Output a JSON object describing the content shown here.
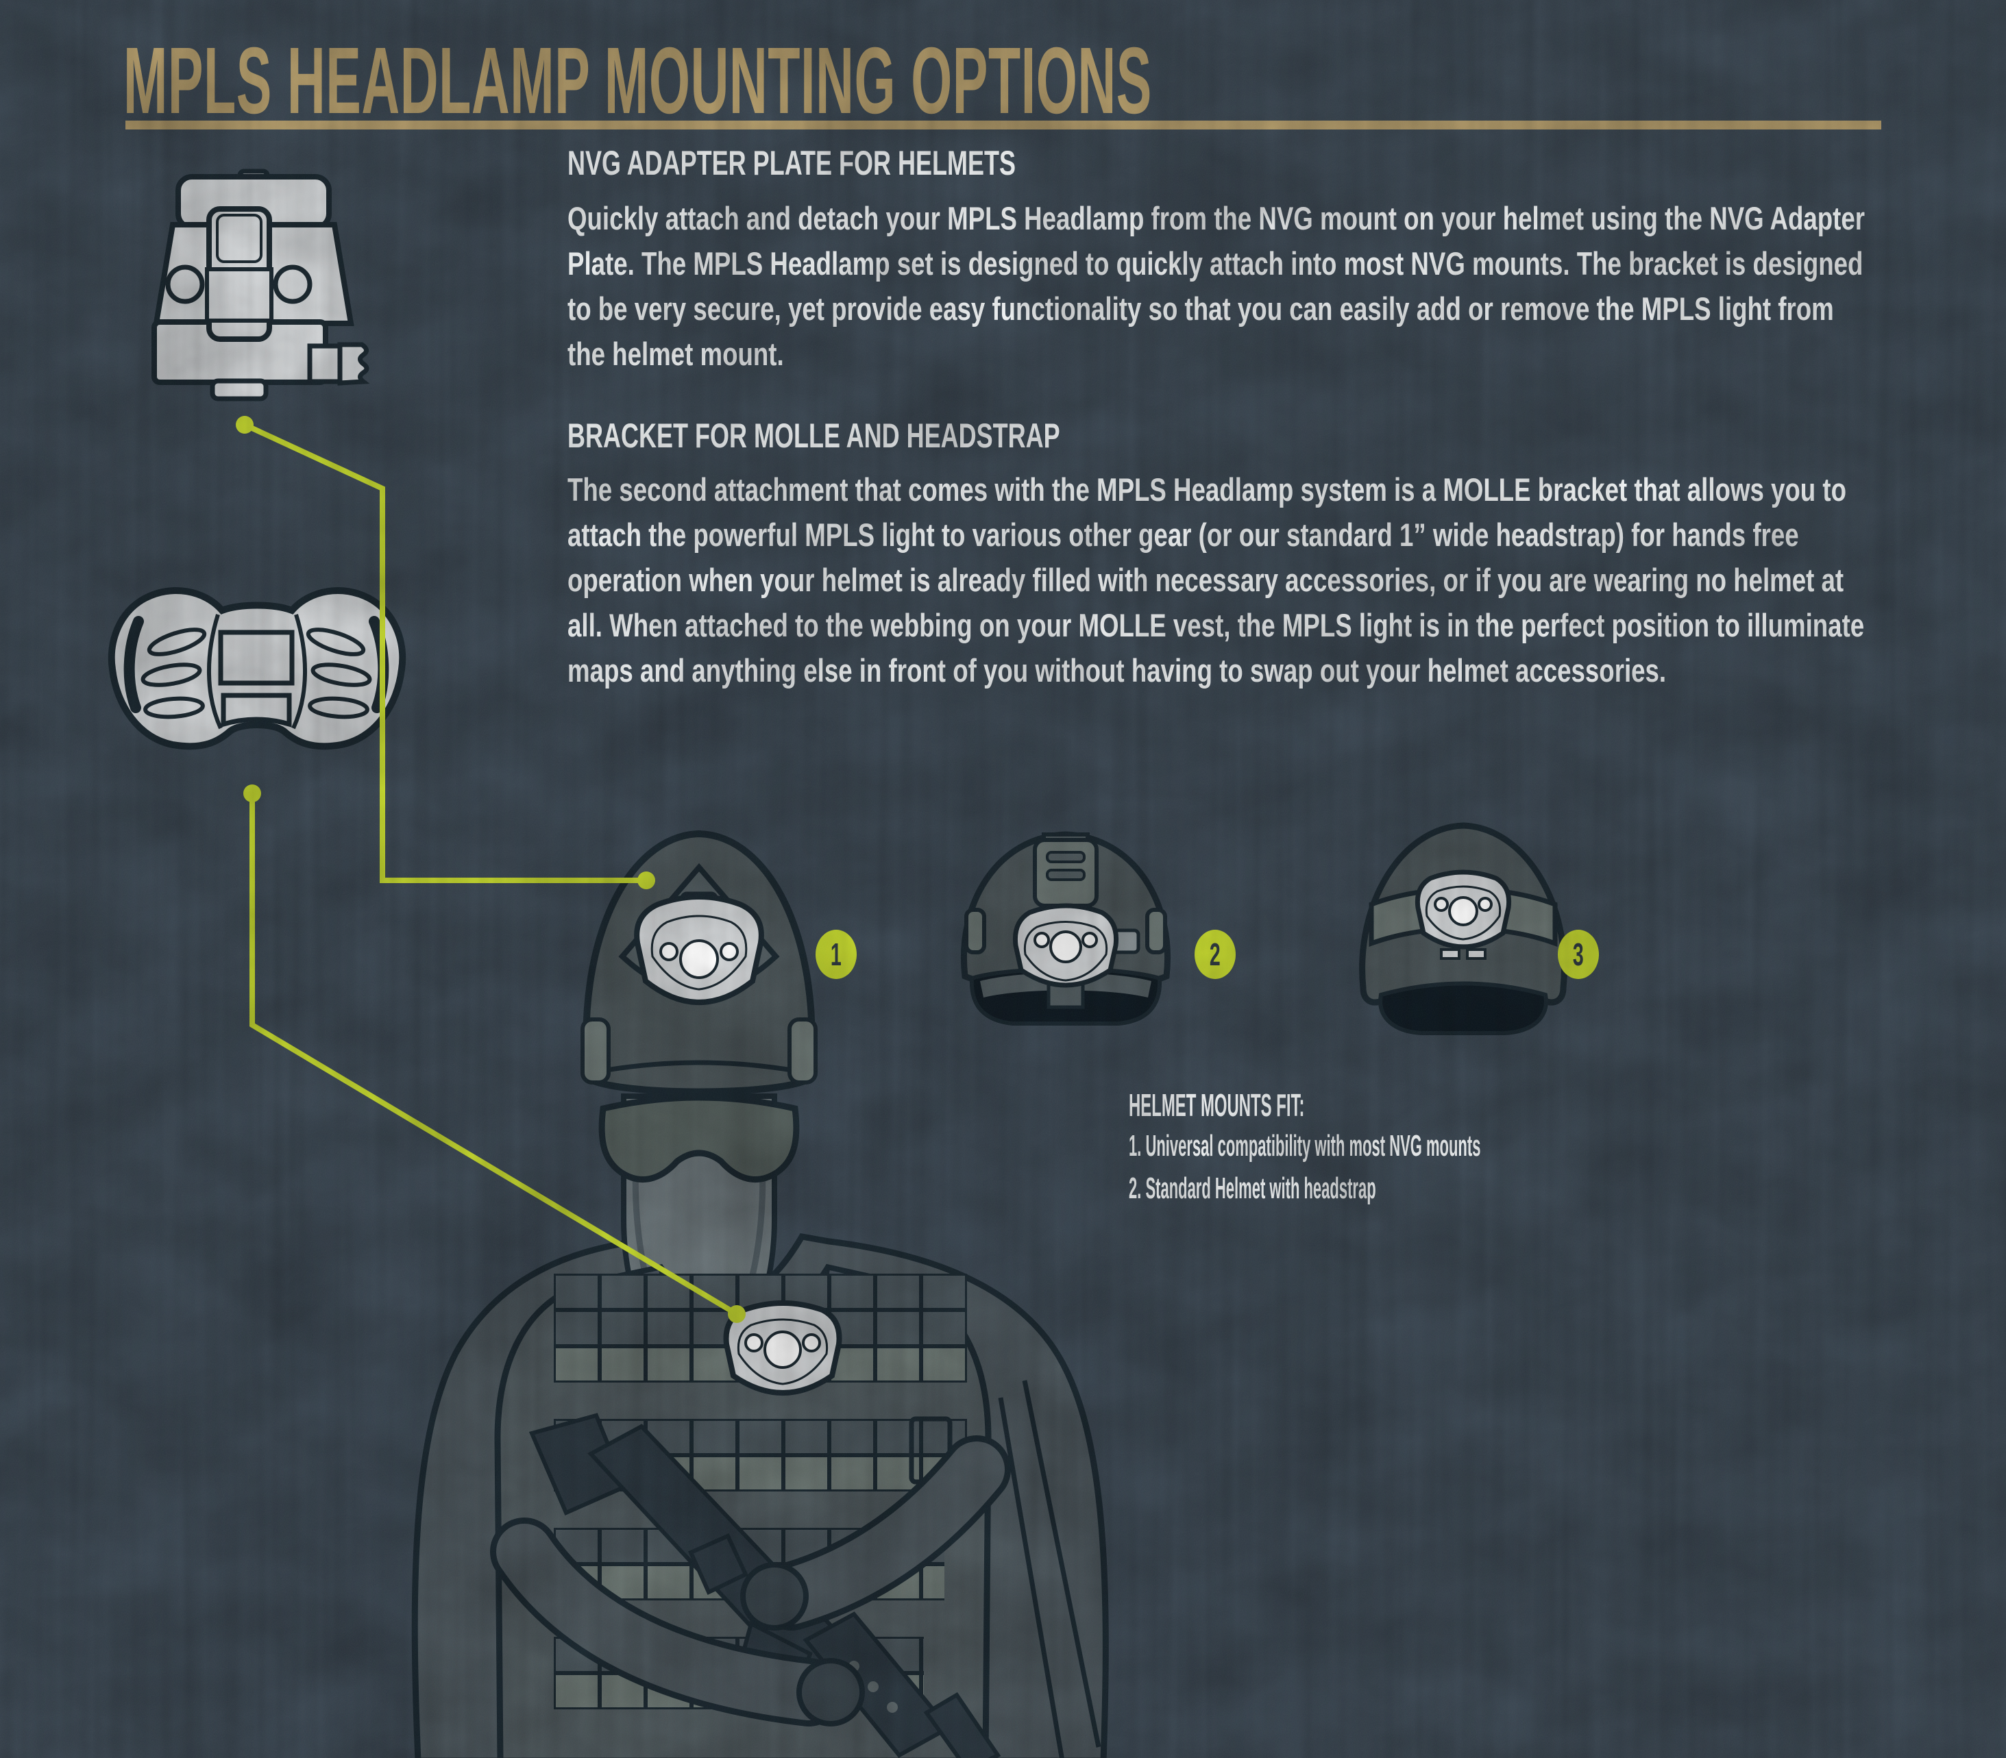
{
  "title": "MPLS HEADLAMP MOUNTING OPTIONS",
  "sections": [
    {
      "heading": "NVG ADAPTER PLATE FOR HELMETS",
      "body": "Quickly attach and detach your MPLS Headlamp from the NVG mount on your helmet using the NVG Adapter Plate. The MPLS Headlamp set is designed to quickly attach into most NVG mounts. The bracket is designed to be very secure, yet provide easy functionality so that you can easily add or remove the MPLS light from the helmet mount."
    },
    {
      "heading": "BRACKET FOR MOLLE AND HEADSTRAP",
      "body": "The second attachment that comes with the MPLS Headlamp system is a MOLLE bracket that allows you to attach the powerful MPLS light to various other gear (or our standard 1” wide headstrap) for hands free operation when your helmet is already filled with necessary accessories, or if you are wearing no helmet at all. When attached to the webbing on your MOLLE vest, the MPLS light is in the perfect position to illuminate maps and anything else in front of you without having to swap out your helmet accessories."
    }
  ],
  "helmet_mounts": {
    "heading": "HELMET MOUNTS FIT:",
    "items": [
      "1. Universal compatibility with most NVG mounts",
      "2. Standard Helmet with headstrap"
    ]
  },
  "callouts": [
    {
      "label": "1"
    },
    {
      "label": "2"
    },
    {
      "label": "3"
    }
  ],
  "icons": {
    "nvg_plate": "nvg-adapter-plate-illustration",
    "molle_bracket": "molle-bracket-illustration",
    "soldier": "soldier-with-chest-mounted-headlamp-illustration",
    "helmet_1": "tactical-helmet-with-nvg-mounted-headlamp",
    "helmet_2": "standard-helmet-with-nvg-bracket-headlamp",
    "helmet_3": "round-helmet-with-headstrap-headlamp"
  },
  "colors": {
    "background": "#3C4853",
    "title_tan": "#B39C6B",
    "text": "#F0F3F4",
    "accent_green": "#C5D82F",
    "illustration_light": "#D3D6D8",
    "outline_navy": "#1B2830"
  }
}
